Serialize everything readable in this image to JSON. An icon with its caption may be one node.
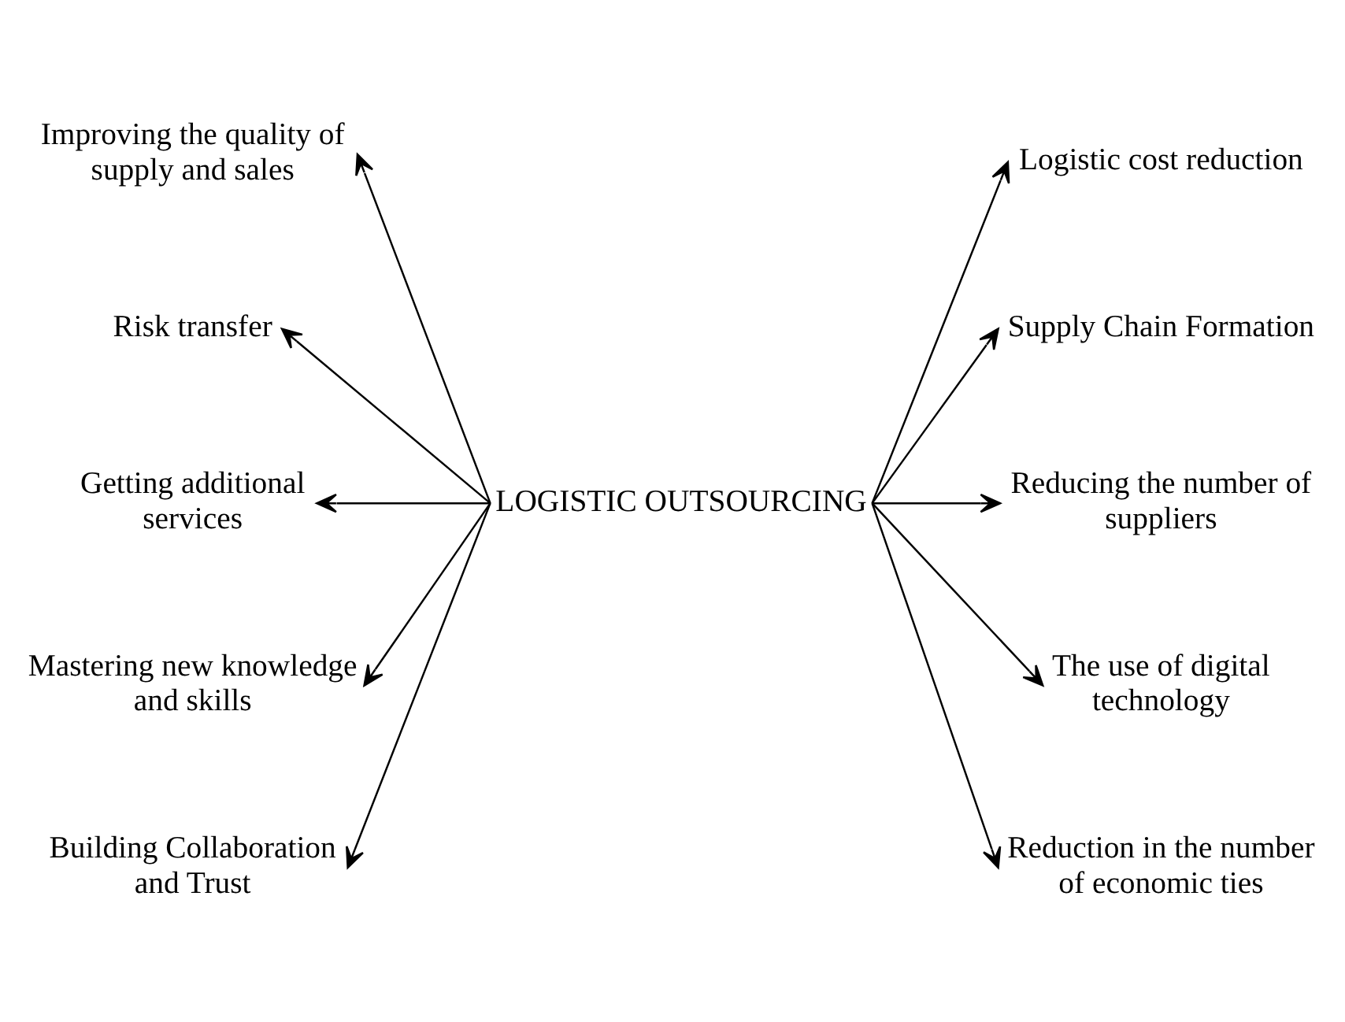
{
  "diagram": {
    "nodes": [
      {
        "text": [
          "Improving the quality of supply and sales"
        ]
      },
      {
        "text": [
          "Logistic cost reduction"
        ]
      },
      {
        "text": [
          "Risk transfer"
        ]
      },
      {
        "text": [
          "Supply Chain Formation"
        ]
      },
      {
        "text": [
          "Getting additional services"
        ]
      },
      {
        "text": [
          "LOGISTIC OUTSOURCING"
        ]
      },
      {
        "text": [
          "Reducing the number of suppliers"
        ]
      },
      {
        "text": [
          "Mastering new knowledge and skills"
        ]
      },
      {
        "text": [
          "The use of digital technology"
        ]
      },
      {
        "text": [
          "Building Collaboration and Trust"
        ]
      },
      {
        "text": [
          "Reduction in the number of economic ties"
        ]
      }
    ],
    "edges": [
      {
        "from": 5,
        "to": 0,
        "arrow": "to"
      },
      {
        "from": 5,
        "to": 2,
        "arrow": "to"
      },
      {
        "from": 5,
        "to": 4,
        "arrow": "to"
      },
      {
        "from": 5,
        "to": 7,
        "arrow": "to"
      },
      {
        "from": 5,
        "to": 9,
        "arrow": "to"
      },
      {
        "from": 5,
        "to": 1,
        "arrow": "to"
      },
      {
        "from": 5,
        "to": 3,
        "arrow": "to"
      },
      {
        "from": 5,
        "to": 6,
        "arrow": "to"
      },
      {
        "from": 5,
        "to": 8,
        "arrow": "to"
      },
      {
        "from": 5,
        "to": 10,
        "arrow": "to"
      }
    ]
  }
}
